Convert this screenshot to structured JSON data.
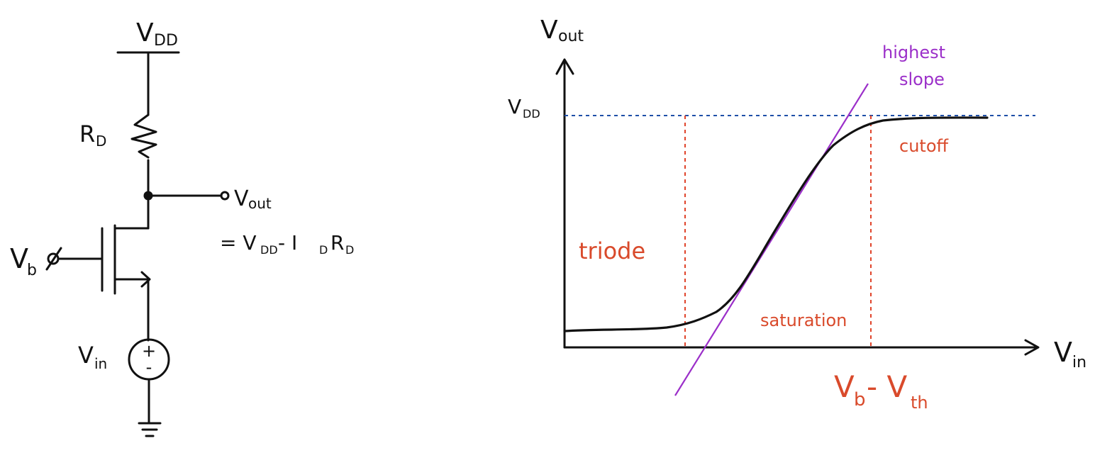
{
  "circuit": {
    "labels": {
      "vdd": "V",
      "vdd_sub": "DD",
      "rd": "R",
      "rd_sub": "D",
      "vb": "V",
      "vb_sub": "b",
      "vin": "V",
      "vin_sub": "in",
      "vout": "V",
      "vout_sub": "out",
      "equation_prefix": "= V",
      "equation_vdd_sub": "DD",
      "equation_mid": " - I",
      "equation_id_sub": "D",
      "equation_r": "R",
      "equation_r_sub": "D"
    },
    "source_symbols": {
      "plus": "+",
      "minus": "-"
    }
  },
  "transfer_plot": {
    "y_axis_label": "V",
    "y_axis_label_sub": "out",
    "x_axis_label": "V",
    "x_axis_label_sub": "in",
    "vdd_tick_label": "V",
    "vdd_tick_label_sub": "DD",
    "region_labels": {
      "triode": "triode",
      "saturation": "saturation",
      "cutoff": "cutoff"
    },
    "highest_slope_lines": [
      "highest",
      "slope"
    ],
    "threshold_label": "V",
    "threshold_b_sub": "b",
    "threshold_mid": "- V",
    "threshold_th_sub": "th",
    "colors": {
      "curve": "#111111",
      "vdd_dashed": "#1f4fa8",
      "region_dashed": "#e0442b",
      "tangent": "#9b2fc9",
      "region_text": "#d94a2b",
      "tangent_text": "#9b2fc9"
    }
  }
}
